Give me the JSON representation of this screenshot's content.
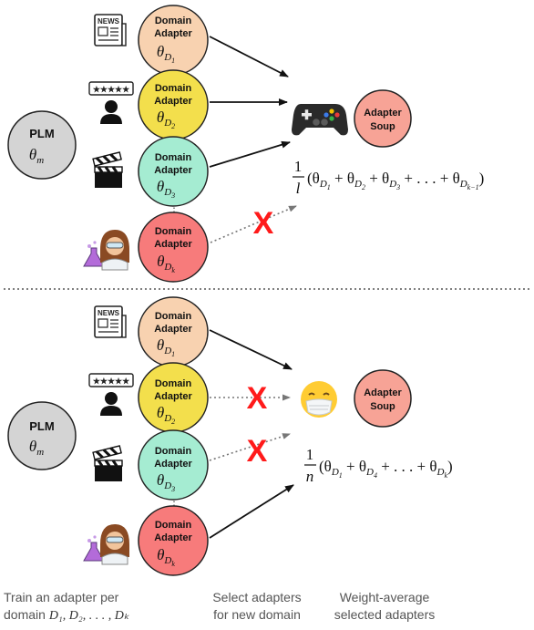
{
  "top": {
    "plm": {
      "label": "PLM",
      "param": "θ",
      "param_sub": "m"
    },
    "adapters": [
      {
        "label_line1": "Domain",
        "label_line2": "Adapter",
        "param": "θ",
        "sub": "D",
        "subsub": "1",
        "icon": "newspaper-icon",
        "color": "#f8d2b0"
      },
      {
        "label_line1": "Domain",
        "label_line2": "Adapter",
        "param": "θ",
        "sub": "D",
        "subsub": "2",
        "icon": "review-person-icon",
        "color": "#f3df4c"
      },
      {
        "label_line1": "Domain",
        "label_line2": "Adapter",
        "param": "θ",
        "sub": "D",
        "subsub": "3",
        "icon": "clapperboard-icon",
        "color": "#a5ecd2"
      },
      {
        "label_line1": "Domain",
        "label_line2": "Adapter",
        "param": "θ",
        "sub": "D",
        "subsub": "k",
        "icon": "scientist-icon",
        "color": "#f77b7b"
      }
    ],
    "ellipsis": "⋮",
    "target_icon": "game-controller-icon",
    "soup": {
      "line1": "Adapter",
      "line2": "Soup",
      "color": "#f7a396"
    },
    "formula": {
      "num": "1",
      "den": "l",
      "terms": [
        {
          "base": "(θ",
          "sub": "D",
          "subsub": "1"
        },
        {
          "base": " + θ",
          "sub": "D",
          "subsub": "2"
        },
        {
          "base": " + θ",
          "sub": "D",
          "subsub": "3"
        },
        {
          "base": " + . . . + θ",
          "sub": "D",
          "subsub": "k−1"
        }
      ],
      "close": ")"
    },
    "excluded_mark": "X"
  },
  "bottom": {
    "plm": {
      "label": "PLM",
      "param": "θ",
      "param_sub": "m"
    },
    "adapters": [
      {
        "label_line1": "Domain",
        "label_line2": "Adapter",
        "param": "θ",
        "sub": "D",
        "subsub": "1",
        "icon": "newspaper-icon",
        "color": "#f8d2b0"
      },
      {
        "label_line1": "Domain",
        "label_line2": "Adapter",
        "param": "θ",
        "sub": "D",
        "subsub": "2",
        "icon": "review-person-icon",
        "color": "#f3df4c"
      },
      {
        "label_line1": "Domain",
        "label_line2": "Adapter",
        "param": "θ",
        "sub": "D",
        "subsub": "3",
        "icon": "clapperboard-icon",
        "color": "#a5ecd2"
      },
      {
        "label_line1": "Domain",
        "label_line2": "Adapter",
        "param": "θ",
        "sub": "D",
        "subsub": "k",
        "icon": "scientist-icon",
        "color": "#f77b7b"
      }
    ],
    "ellipsis": "⋮",
    "target_icon": "face-with-mask-icon",
    "soup": {
      "line1": "Adapter",
      "line2": "Soup",
      "color": "#f7a396"
    },
    "formula": {
      "num": "1",
      "den": "n",
      "terms": [
        {
          "base": "(θ",
          "sub": "D",
          "subsub": "1"
        },
        {
          "base": " + θ",
          "sub": "D",
          "subsub": "4"
        },
        {
          "base": " + . . . + θ",
          "sub": "D",
          "subsub": "k"
        }
      ],
      "close": ")"
    },
    "excluded_mark": "X"
  },
  "captions": {
    "train_line1": "Train an adapter per",
    "train_line2_prefix": "domain ",
    "train_line2_math": "D₁, D₂, . . . , Dₖ",
    "select_line1": "Select adapters",
    "select_line2": "for new domain",
    "weight_line1": "Weight-average",
    "weight_line2": "selected adapters"
  }
}
